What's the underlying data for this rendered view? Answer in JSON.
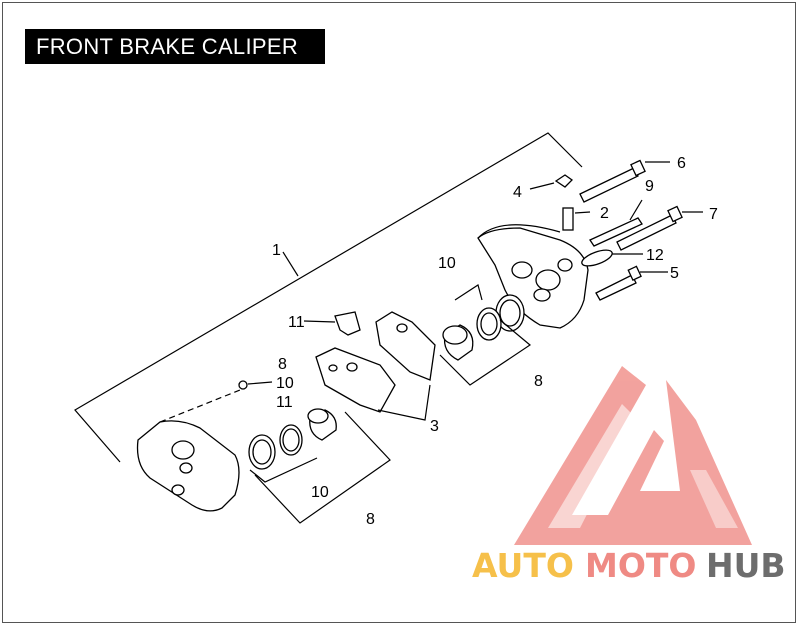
{
  "title": "FRONT BRAKE CALIPER",
  "callouts": {
    "c1": "1",
    "c2": "2",
    "c3": "3",
    "c4": "4",
    "c5": "5",
    "c6": "6",
    "c7": "7",
    "c8a": "8",
    "c8b": "8",
    "c8c": "8",
    "c9": "9",
    "c10a": "10",
    "c10b": "10",
    "c10c": "10",
    "c11a": "11",
    "c11b": "11",
    "c12": "12"
  },
  "watermark": {
    "part1": "AUTO",
    "part2": "MOTO",
    "part3": "HUB",
    "colors": {
      "auto": "#f6c04a",
      "moto": "#ef8a84",
      "hub": "#6d6d6d",
      "logo": "#f08c86"
    }
  }
}
